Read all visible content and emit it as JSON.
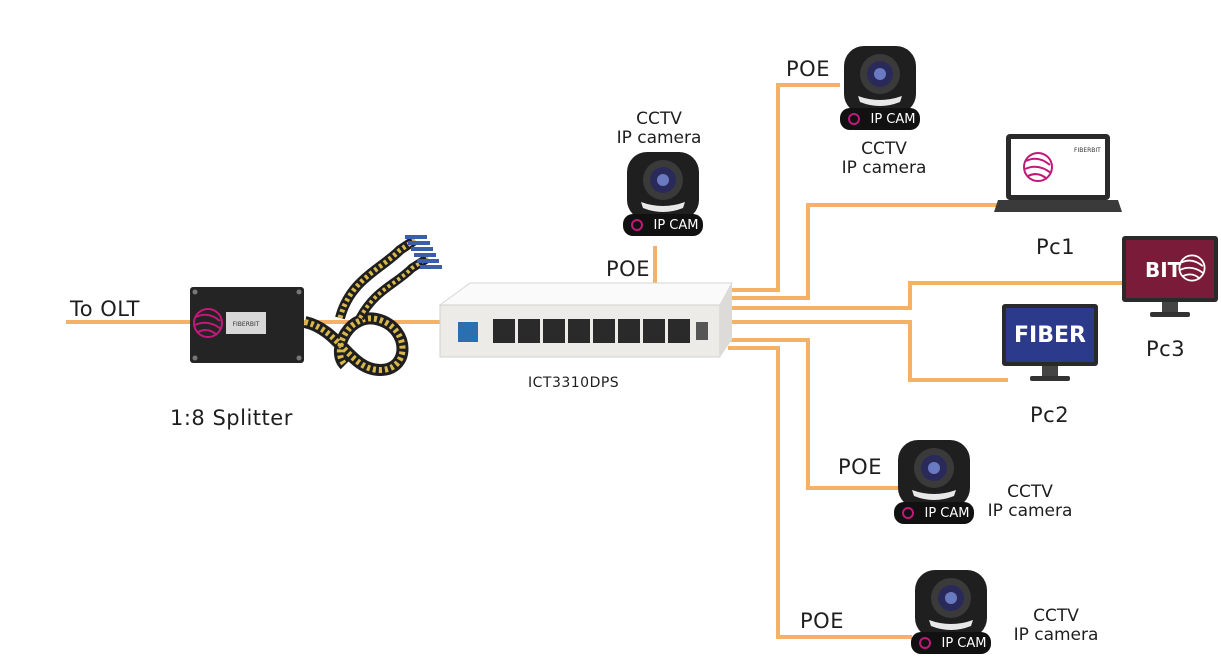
{
  "labels": {
    "to_olt": "To OLT",
    "splitter": "1:8 Splitter",
    "switch_model": "ICT3310DPS",
    "poe": "POE",
    "cctv": "CCTV",
    "ip_camera": "IP camera",
    "ip_cam_badge": "IP CAM",
    "pc1": "Pc1",
    "pc2": "Pc2",
    "pc3": "Pc3",
    "fiber_screen": "FIBER",
    "bit_screen": "BIT",
    "fiberbit_logo": "FIBERBIT"
  },
  "colors": {
    "cable": "#f5b266",
    "brand_magenta": "#c2187a",
    "device_dark": "#222222",
    "switch_body": "#f1f1ef",
    "screen_blue": "#2c3a8c",
    "screen_maroon": "#7a1b3a"
  },
  "icons": [
    "ip-camera-icon",
    "laptop-icon",
    "monitor-icon",
    "splitter-icon",
    "switch-icon",
    "fiber-bundle-icon"
  ]
}
